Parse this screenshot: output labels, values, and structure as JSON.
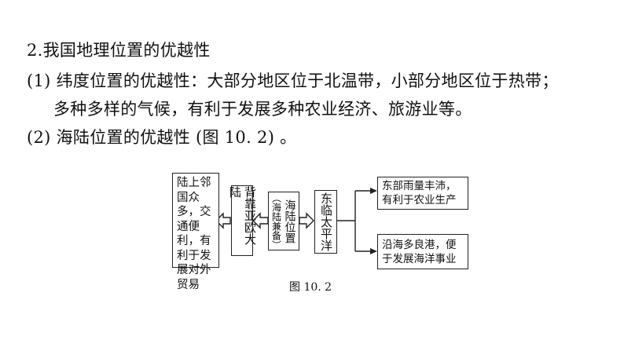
{
  "text": {
    "heading": "2.我国地理位置的优越性",
    "point1_line1": "(1) 纬度位置的优越性：大部分地区位于北温带，小部分地区位于热带；",
    "point1_line2": "多种多样的气候，有利于发展多种农业经济、旅游业等。",
    "point2": "(2)  海陆位置的优越性 (图 10. 2) 。"
  },
  "diagram": {
    "left_box": "陆上邻国众多，交通便利，有利于发展对外贸易",
    "back_box": "背靠亚欧大陆",
    "center_title": "海陆位置",
    "center_note": "（海陆兼备）",
    "east_box": "东临太平洋",
    "right_top": "东部雨量丰沛，有利于农业生产",
    "right_bottom": "沿海多良港，便于发展海洋事业",
    "caption": "图 10. 2"
  }
}
